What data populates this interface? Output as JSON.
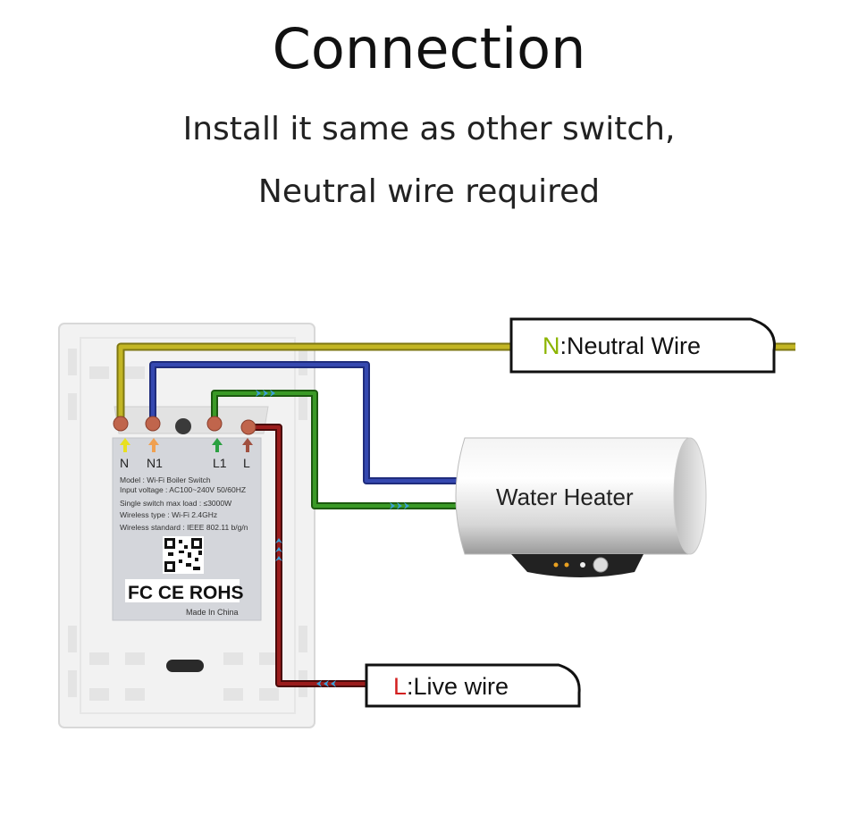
{
  "header": {
    "title": "Connection",
    "subtitle_line1": "Install it same as other switch,",
    "subtitle_line2": "Neutral wire required"
  },
  "switch": {
    "terminals": [
      "N",
      "N1",
      "L1",
      "L"
    ],
    "label_lines": [
      "Model : Wi-Fi Boiler Switch",
      "Input voltage : AC100~240V  50/60HZ",
      "Single switch max load : ≤3000W",
      "Wireless type : Wi-Fi 2.4GHz",
      "Wireless standard : IEEE 802.11 b/g/n"
    ],
    "certifications": "FC CE ROHS",
    "origin": "Made In China"
  },
  "neutral_callout": {
    "letter": "N",
    "text": ":Neutral Wire"
  },
  "live_callout": {
    "letter": "L",
    "text": ":Live wire"
  },
  "heater": {
    "label": "Water  Heater"
  },
  "colors": {
    "neutral_wire": "#b4aa1e",
    "n1_wire": "#2a3a9a",
    "l1_wire": "#2e7d1a",
    "live_wire": "#7a1414",
    "neutral_letter": "#8cb400",
    "live_letter": "#d32020",
    "arrow_cyan": "#3aa0d8"
  }
}
